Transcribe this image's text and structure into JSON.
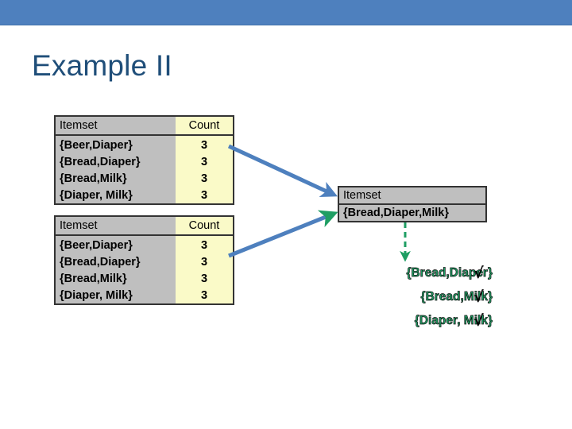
{
  "banner": {
    "color": "#4E80BE"
  },
  "slide": {
    "title": "Example II"
  },
  "colors": {
    "title": "#1F4E79",
    "banner": "#4E80BE",
    "itemset_cell": "#BFBFBF",
    "count_cell": "#FAFAC8",
    "arrow_blue": "#4E80BE",
    "arrow_green": "#1E9E63",
    "frequent_text": "#1E9E63"
  },
  "tables": {
    "candidates_1": {
      "headers": [
        "Itemset",
        "Count"
      ],
      "rows": [
        {
          "itemset": "{Beer,Diaper}",
          "count": "3"
        },
        {
          "itemset": "{Bread,Diaper}",
          "count": "3"
        },
        {
          "itemset": "{Bread,Milk}",
          "count": "3"
        },
        {
          "itemset": "{Diaper, Milk}",
          "count": "3"
        }
      ]
    },
    "candidates_2": {
      "headers": [
        "Itemset",
        "Count"
      ],
      "rows": [
        {
          "itemset": "{Beer,Diaper}",
          "count": "3"
        },
        {
          "itemset": "{Bread,Diaper}",
          "count": "3"
        },
        {
          "itemset": "{Bread,Milk}",
          "count": "3"
        },
        {
          "itemset": "{Diaper, Milk}",
          "count": "3"
        }
      ]
    },
    "result": {
      "header": "Itemset",
      "rows": [
        {
          "itemset": "{Bread,Diaper,Milk}"
        }
      ]
    }
  },
  "frequent_list": [
    {
      "label": "{Bread,Diaper}",
      "check": "√"
    },
    {
      "label": "{Bread,Milk}",
      "check": "√"
    },
    {
      "label": "{Diaper, Milk}",
      "check": "√"
    }
  ],
  "arrows": [
    {
      "name": "arrow-table1-to-result",
      "style": "solid",
      "color": "#4E80BE"
    },
    {
      "name": "arrow-table2-to-result",
      "style": "solid",
      "color": "#4E80BE"
    },
    {
      "name": "arrow-result-to-frequent",
      "style": "dashed",
      "color": "#1E9E63"
    }
  ]
}
